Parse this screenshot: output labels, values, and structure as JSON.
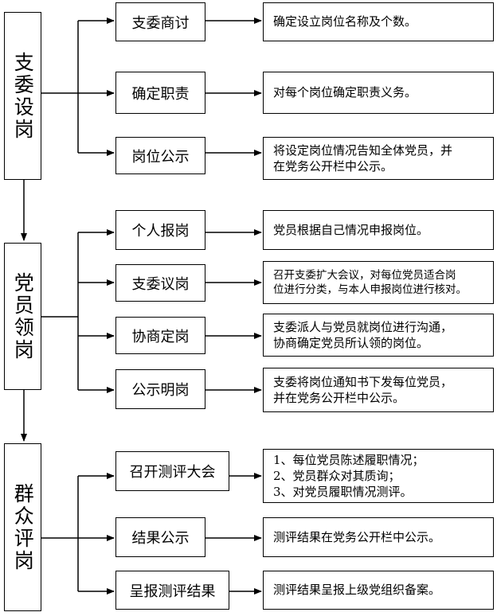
{
  "phases": [
    {
      "label": "支委设岗"
    },
    {
      "label": "党员领岗"
    },
    {
      "label": "群众评岗"
    }
  ],
  "steps": [
    {
      "label": "支委商讨",
      "desc": "确定设立岗位名称及个数。"
    },
    {
      "label": "确定职责",
      "desc": "对每个岗位确定职责义务。"
    },
    {
      "label": "岗位公示",
      "desc": "将设定岗位情况告知全体党员，并\n在党务公开栏中公示。"
    },
    {
      "label": "个人报岗",
      "desc": "党员根据自己情况申报岗位。"
    },
    {
      "label": "支委议岗",
      "desc": "召开支委扩大会议，对每位党员适合岗\n位进行分类，与本人申报岗位进行核对。"
    },
    {
      "label": "协商定岗",
      "desc": "支委派人与党员就岗位进行沟通，\n协商确定党员所认领的岗位。"
    },
    {
      "label": "公示明岗",
      "desc": "支委将岗位通知书下发每位党员，\n并在党务公开栏中公示。"
    },
    {
      "label": "召开测评大会",
      "desc": "1、每位党员陈述履职情况；\n2、党员群众对其质询；\n3、对党员履职情况测评。"
    },
    {
      "label": "结果公示",
      "desc": "测评结果在党务公开栏中公示。"
    },
    {
      "label": "呈报测评结果",
      "desc": "测评结果呈报上级党组织备案。"
    }
  ]
}
